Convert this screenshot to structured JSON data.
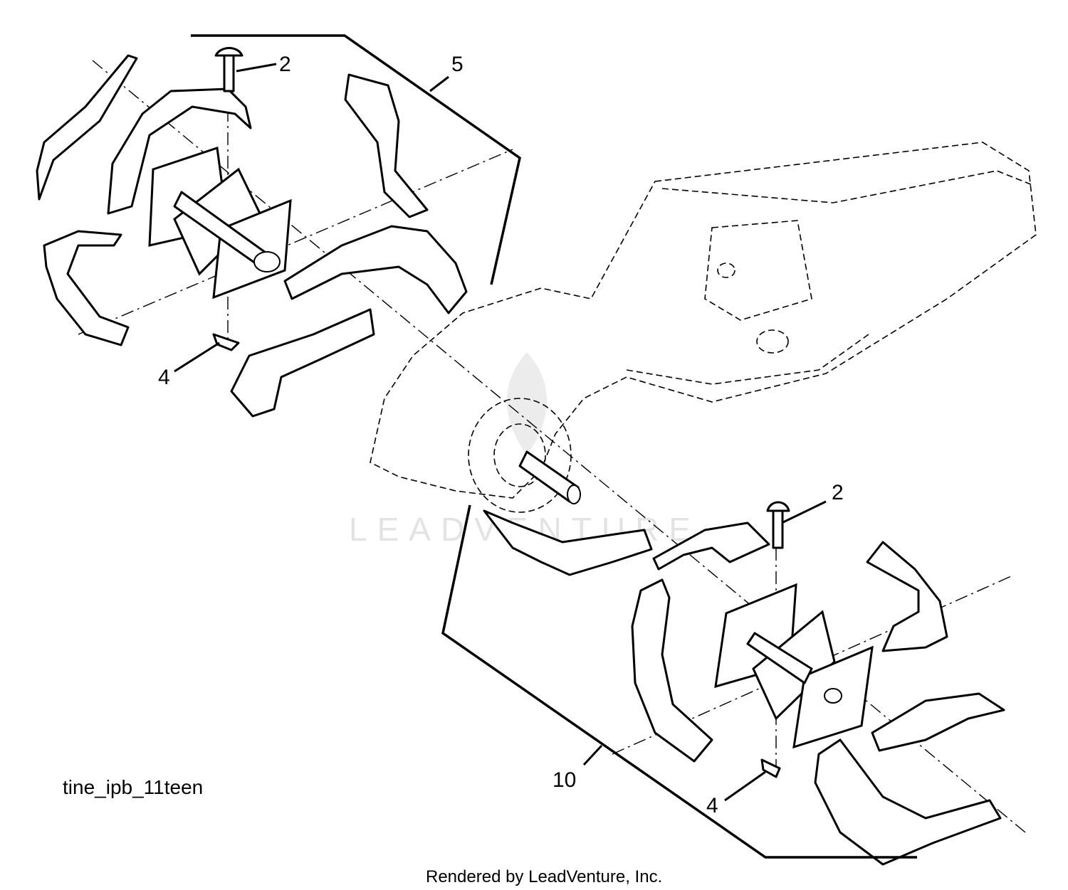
{
  "callouts": {
    "upper_pin": "2",
    "upper_assembly": "5",
    "upper_clip": "4",
    "lower_pin": "2",
    "lower_assembly": "10",
    "lower_clip": "4"
  },
  "caption": "tine_ipb_11teen",
  "footer": "Rendered by LeadVenture, Inc.",
  "watermark": "LEADVENTURE"
}
